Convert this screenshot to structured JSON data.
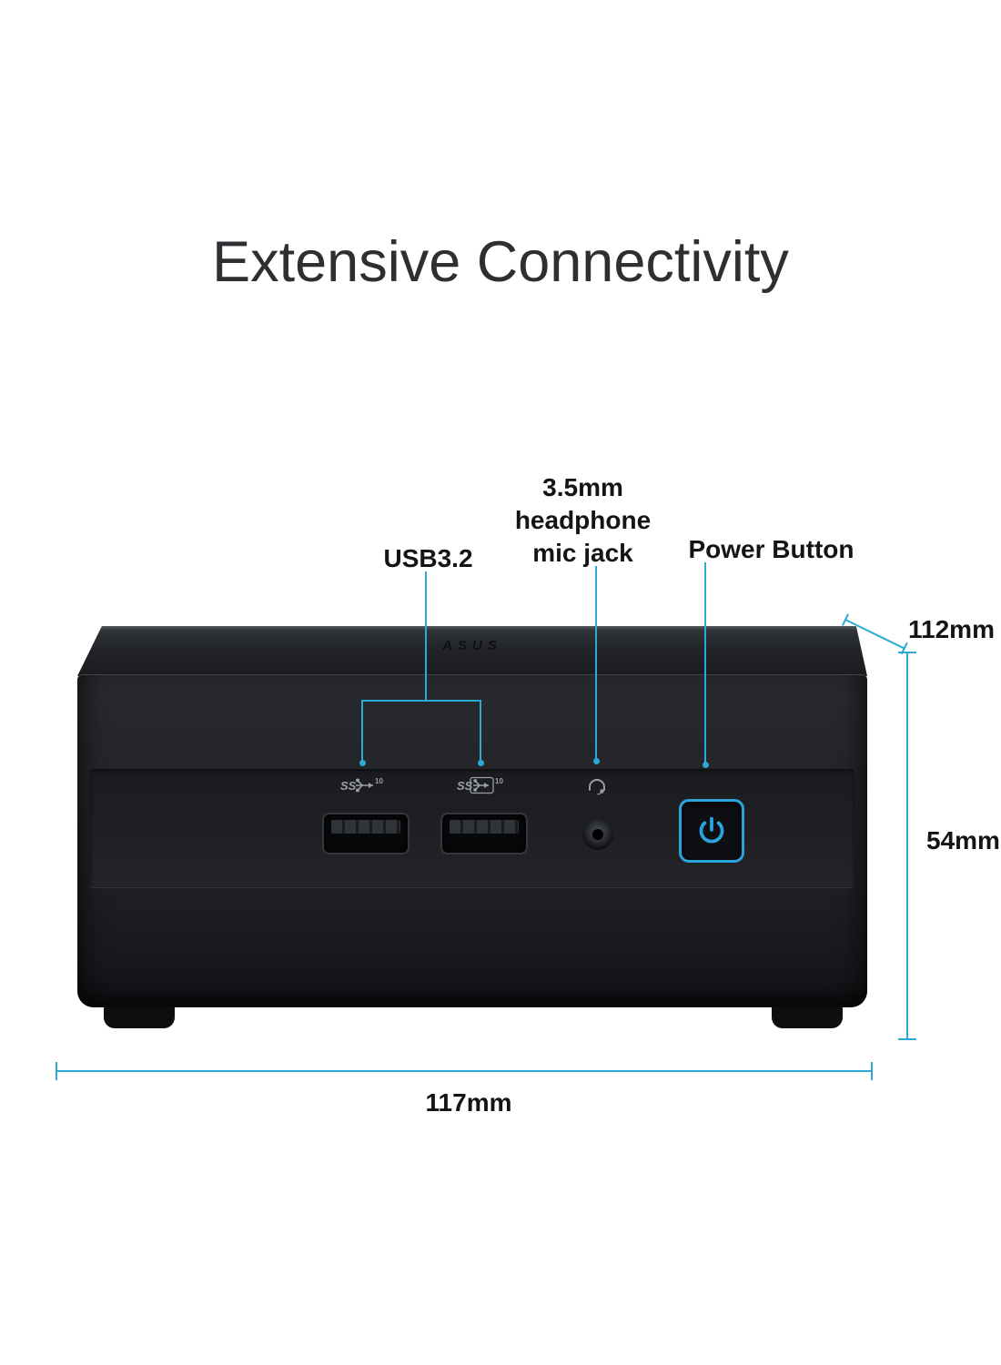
{
  "title": "Extensive Connectivity",
  "callouts": {
    "usb": {
      "label": "USB3.2"
    },
    "headphone": {
      "lines": [
        "3.5mm",
        "headphone",
        "mic jack"
      ]
    },
    "power": {
      "label": "Power Button"
    }
  },
  "dimensions": {
    "depth": "112mm",
    "height": "54mm",
    "width": "117mm"
  },
  "device": {
    "brand": "ASUS",
    "usb_icon_text": "SS",
    "usb_icon_speed": "10"
  },
  "icons": {
    "usb_speed_icon": "superspeed-usb-10-trident",
    "usb_speed_charging_icon": "superspeed-usb-10-trident-boxed",
    "headphone_icon": "headset",
    "power_icon": "power-symbol"
  },
  "colors": {
    "accent_line": "#2BAAD4",
    "power_button_blue": "#2BA4DE",
    "label_text": "#141414",
    "device_black": "#1E2024",
    "background": "#FFFFFF"
  }
}
